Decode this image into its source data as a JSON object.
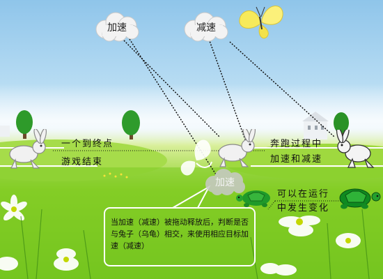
{
  "clouds": {
    "accelerate": "加速",
    "decelerate": "减速",
    "dragged": "加速"
  },
  "annotations": {
    "finish_line": [
      "一个到终点",
      "游戏结束"
    ],
    "race_speed": [
      "奔跑过程中",
      "加速和减速"
    ],
    "running_change": [
      "可以在运行",
      "中发生变化"
    ],
    "drag_instruction": "当加速（减速）被拖动释放后，判断是否与兔子（乌龟）相交，来使用相应目标加速（减速）"
  }
}
